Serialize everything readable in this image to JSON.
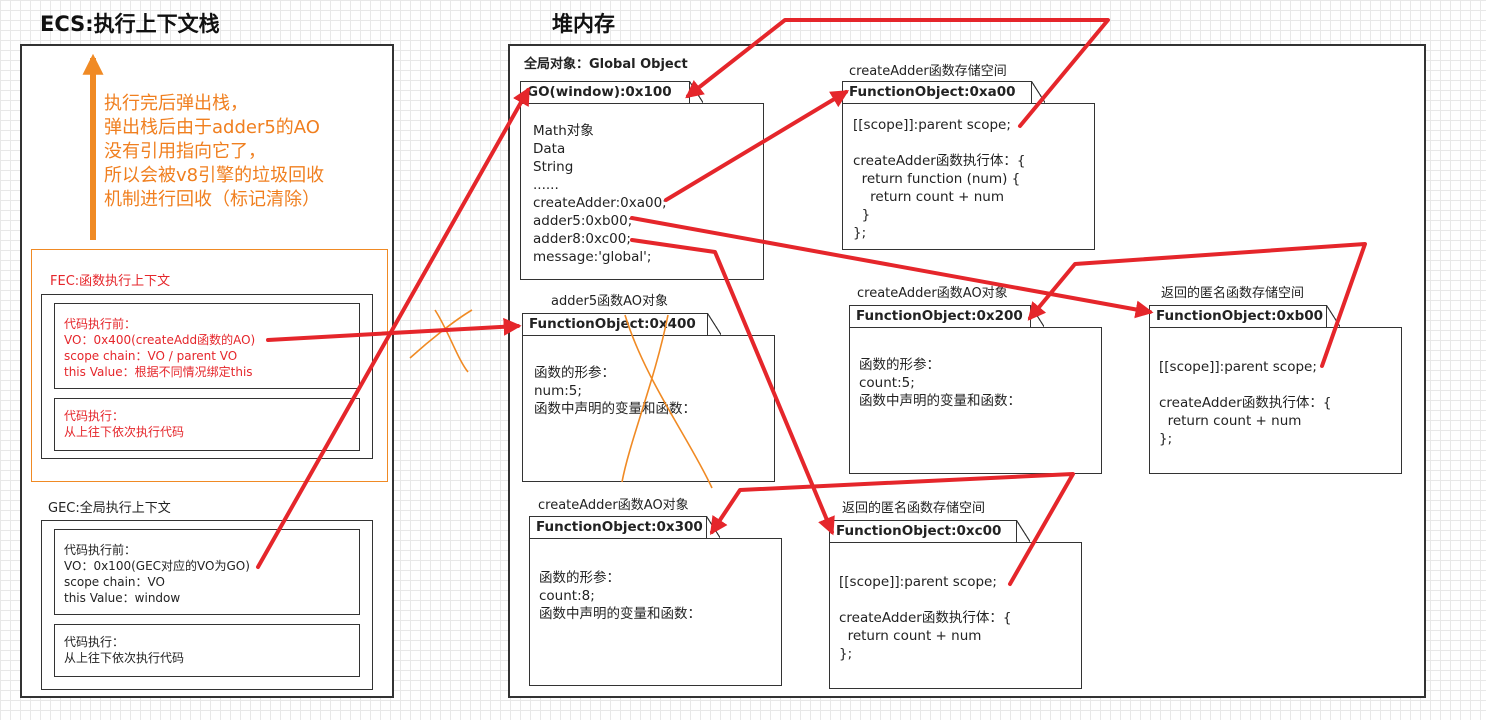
{
  "headings": {
    "ecs": "ECS:执行上下文栈",
    "heap": "堆内存"
  },
  "ecs_panel": {
    "note_lines": [
      "执行完后弹出栈，",
      "弹出栈后由于adder5的AO",
      "没有引用指向它了，",
      "所以会被v8引擎的垃圾回收",
      "机制进行回收（标记清除）"
    ],
    "fec": {
      "title": "FEC:函数执行上下文",
      "pre_exec": {
        "title": "代码执行前：",
        "vo": "VO：0x400(createAdd函数的AO)",
        "scope": "scope chain：VO / parent VO",
        "this": "this Value：根据不同情况绑定this"
      },
      "exec": {
        "title": "代码执行：",
        "desc": "从上往下依次执行代码"
      }
    },
    "gec": {
      "title": "GEC:全局执行上下文",
      "pre_exec": {
        "title": "代码执行前：",
        "vo": "VO：0x100(GEC对应的VO为GO)",
        "scope": "scope chain：VO",
        "this": "this Value：window"
      },
      "exec": {
        "title": "代码执行：",
        "desc": "从上往下依次执行代码"
      }
    }
  },
  "heap": {
    "global_label": "全局对象：Global Object",
    "go": {
      "tab": "GO(window):0x100",
      "lines": [
        "Math对象",
        "Data",
        "String",
        "......",
        "createAdder:0xa00;",
        "adder5:0xb00;",
        "adder8:0xc00;",
        "message:'global';"
      ]
    },
    "create_adder_fn": {
      "caption": "createAdder函数存储空间",
      "tab": "FunctionObject:0xa00",
      "content": "[[scope]]:parent scope;\n\ncreateAdder函数执行体：{\n  return function (num) {\n    return count + num\n  }\n};"
    },
    "adder5_ao": {
      "caption": "adder5函数AO对象",
      "tab": "FunctionObject:0x400",
      "line1": "函数的形参：",
      "line2": "num:5;",
      "line3": "函数中声明的变量和函数："
    },
    "create_adder_ao_200": {
      "caption": "createAdder函数AO对象",
      "tab": "FunctionObject:0x200",
      "content": "函数的形参：\ncount:5;\n函数中声明的变量和函数："
    },
    "anon_fn_b00": {
      "caption": "返回的匿名函数存储空间",
      "tab": "FunctionObject:0xb00",
      "content": "[[scope]]:parent scope;\n\ncreateAdder函数执行体：{\n  return count + num\n};"
    },
    "create_adder_ao_300": {
      "caption": "createAdder函数AO对象",
      "tab": "FunctionObject:0x300",
      "content": "函数的形参：\ncount:8;\n函数中声明的变量和函数："
    },
    "anon_fn_c00": {
      "caption": "返回的匿名函数存储空间",
      "tab": "FunctionObject:0xc00",
      "content": "[[scope]]:parent scope;\n\ncreateAdder函数执行体：{\n  return count + num\n};"
    }
  },
  "colors": {
    "red_arrow": "#e5262b",
    "orange": "#f08a24",
    "border": "#333333"
  },
  "icons": [
    "up-arrow-icon",
    "x-cross-mark-icon"
  ]
}
